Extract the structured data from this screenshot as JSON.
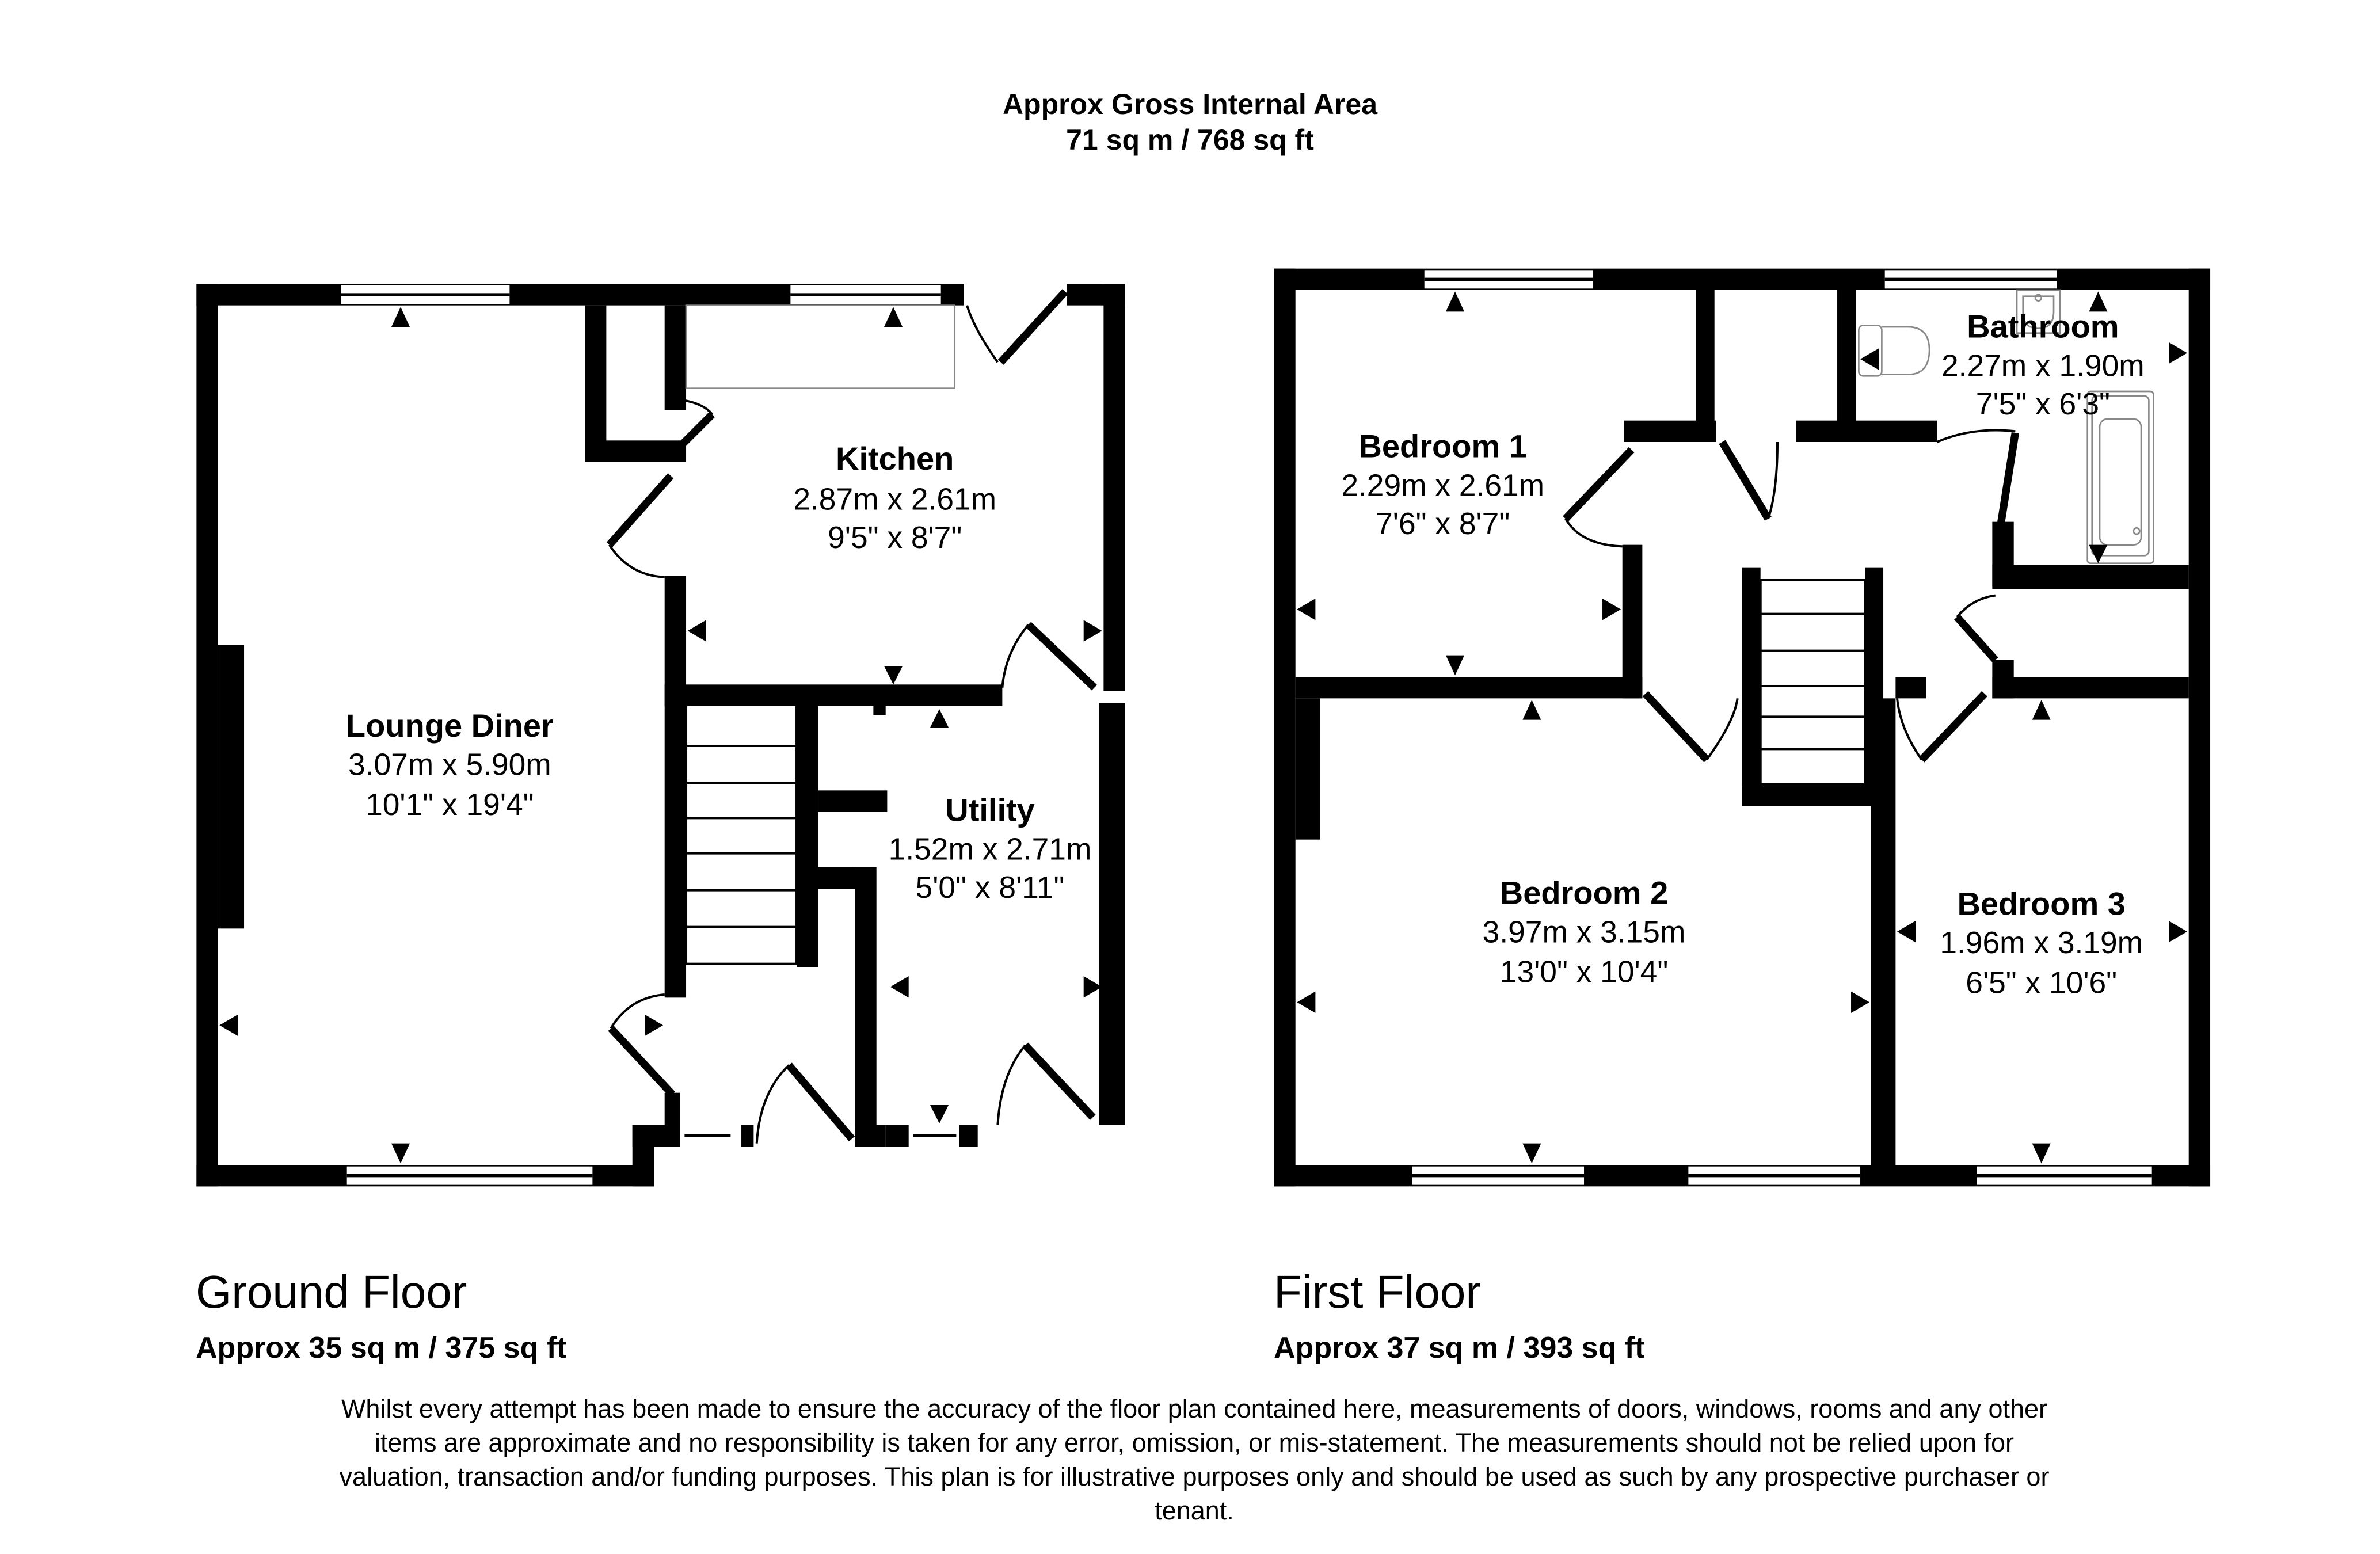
{
  "header": {
    "title": "Approx Gross Internal Area",
    "total_area": "71 sq m / 768 sq ft"
  },
  "ground_floor": {
    "label": "Ground Floor",
    "area": "Approx 35 sq m / 375 sq ft",
    "rooms": [
      {
        "name": "Kitchen",
        "metric": "2.87m x 2.61m",
        "imperial": "9'5\" x 8'7\""
      },
      {
        "name": "Lounge Diner",
        "metric": "3.07m x 5.90m",
        "imperial": "10'1\" x 19'4\""
      },
      {
        "name": "Utility",
        "metric": "1.52m x 2.71m",
        "imperial": "5'0\" x 8'11\""
      }
    ]
  },
  "first_floor": {
    "label": "First Floor",
    "area": "Approx 37 sq m / 393 sq ft",
    "rooms": [
      {
        "name": "Bedroom 1",
        "metric": "2.29m x 2.61m",
        "imperial": "7'6\" x 8'7\""
      },
      {
        "name": "Bathroom",
        "metric": "2.27m x 1.90m",
        "imperial": "7'5\" x 6'3\""
      },
      {
        "name": "Bedroom 2",
        "metric": "3.97m x 3.15m",
        "imperial": "13'0\" x 10'4\""
      },
      {
        "name": "Bedroom 3",
        "metric": "1.96m x 3.19m",
        "imperial": "6'5\" x 10'6\""
      }
    ]
  },
  "disclaimer": "Whilst every attempt has been made to ensure the accuracy of the floor plan contained here, measurements of doors, windows, rooms and any other items are approximate and no responsibility is taken for any error, omission, or mis-statement. The measurements should not be relied upon for valuation, transaction and/or funding purposes. This plan is for illustrative purposes only and should be used as such by any prospective purchaser or tenant.",
  "colors": {
    "wall": "#000000",
    "fixture": "#888888",
    "background": "#ffffff"
  }
}
